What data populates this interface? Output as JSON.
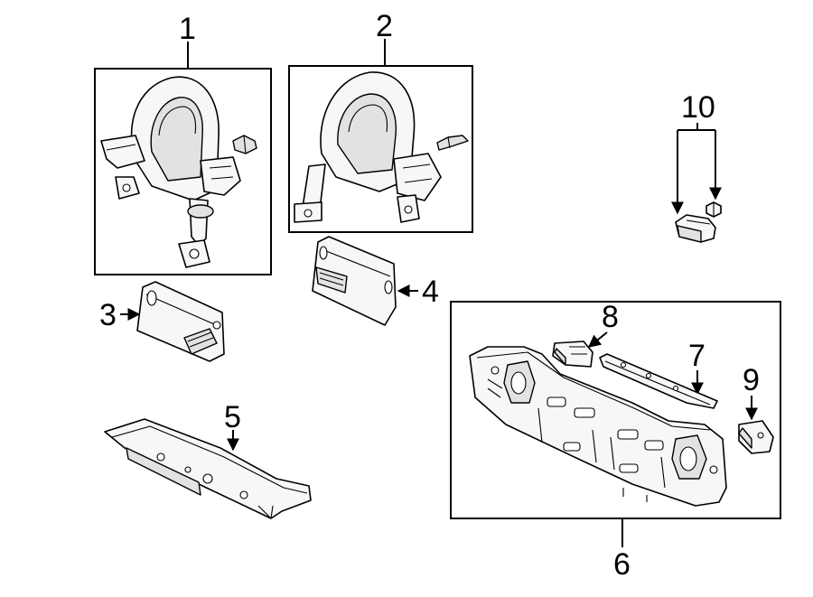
{
  "callouts": {
    "c1": "1",
    "c2": "2",
    "c3": "3",
    "c4": "4",
    "c5": "5",
    "c6": "6",
    "c7": "7",
    "c8": "8",
    "c9": "9",
    "c10": "10"
  },
  "colors": {
    "line": "#000000",
    "background": "#ffffff",
    "part_fill": "#f7f7f7"
  }
}
